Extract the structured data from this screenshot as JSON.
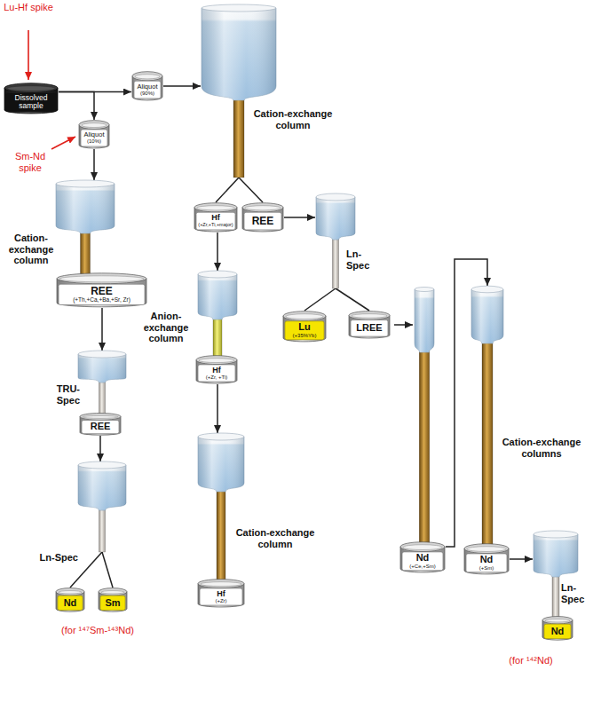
{
  "diagram": {
    "nodes": [
      {
        "text": [
          "Dissolved sample"
        ]
      },
      {
        "text": [
          "Aliquot",
          "(90%)"
        ]
      },
      {
        "text": [
          "Aliquot",
          "(10%)"
        ]
      },
      {
        "text": [
          "Cation-exchange column"
        ]
      },
      {
        "text": [
          "Hf",
          "(+Zr,+Ti,+major)"
        ]
      },
      {
        "text": [
          "REE"
        ]
      },
      {
        "text": [
          "Ln-Spec"
        ]
      },
      {
        "text": [
          "Lu",
          "(+35%Yb)"
        ]
      },
      {
        "text": [
          "LREE"
        ]
      },
      {
        "text": [
          "Cation-exchange column"
        ]
      },
      {
        "text": [
          "REE",
          "(+Th,+Ca,+Ba,+Sr, Zr)"
        ]
      },
      {
        "text": [
          "TRU-Spec"
        ]
      },
      {
        "text": [
          "REE"
        ]
      },
      {
        "text": [
          "Ln-Spec"
        ]
      },
      {
        "text": [
          "Nd"
        ]
      },
      {
        "text": [
          "Sm"
        ]
      },
      {
        "text": [
          "Anion-exchange column"
        ]
      },
      {
        "text": [
          "Hf",
          "(+Zr, +Ti)"
        ]
      },
      {
        "text": [
          "Cation-exchange column"
        ]
      },
      {
        "text": [
          "Hf",
          "(+Zr)"
        ]
      },
      {
        "text": [
          "Nd",
          "(+Ce,+Sm)"
        ]
      },
      {
        "text": [
          "Cation-exchange columns"
        ]
      },
      {
        "text": [
          "Nd",
          "(+Sm)"
        ]
      },
      {
        "text": [
          "Ln-Spec"
        ]
      },
      {
        "text": [
          "Nd"
        ]
      }
    ],
    "edges": [
      {
        "from": 0,
        "to": 2,
        "arrow": "to"
      },
      {
        "from": 0,
        "to": 1,
        "arrow": "to"
      },
      {
        "from": 1,
        "to": 3,
        "arrow": "to"
      },
      {
        "from": 2,
        "to": 9,
        "arrow": "to"
      },
      {
        "from": 3,
        "to": 4,
        "arrow": "none"
      },
      {
        "from": 3,
        "to": 5,
        "arrow": "none"
      },
      {
        "from": 4,
        "to": 16,
        "arrow": "to"
      },
      {
        "from": 5,
        "to": 6,
        "arrow": "to"
      },
      {
        "from": 6,
        "to": 7,
        "arrow": "none"
      },
      {
        "from": 6,
        "to": 8,
        "arrow": "none"
      },
      {
        "from": 10,
        "to": 11,
        "arrow": "to"
      },
      {
        "from": 12,
        "to": 13,
        "arrow": "to"
      },
      {
        "from": 13,
        "to": 14,
        "arrow": "none"
      },
      {
        "from": 13,
        "to": 15,
        "arrow": "none"
      },
      {
        "from": 17,
        "to": 18,
        "arrow": "to"
      },
      {
        "from": 20,
        "to": 21,
        "arrow": "to"
      },
      {
        "from": 22,
        "to": 23,
        "arrow": "to"
      }
    ],
    "labels": [
      "Lu-Hf spike",
      "Sm-Nd spike",
      "(for ¹⁴⁷Sm-¹⁴³Nd)",
      "(for ¹⁴²Nd)"
    ]
  }
}
